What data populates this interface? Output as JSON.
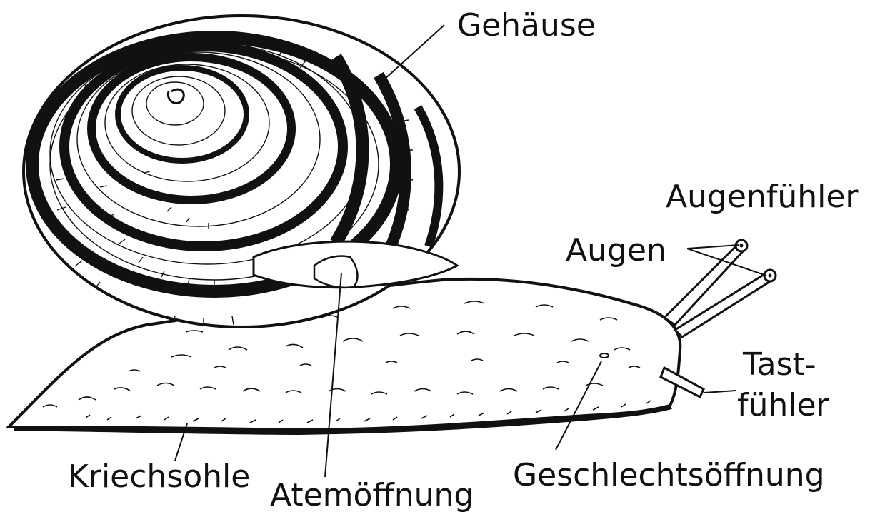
{
  "colors": {
    "ink": "#111111",
    "paper": "#ffffff"
  },
  "labels": {
    "gehaeuse": "Gehäuse",
    "augenfuehler": "Augenfühler",
    "augen": "Augen",
    "tast": "Tast-",
    "fuehler": "fühler",
    "kriechsohle": "Kriechsohle",
    "atemoeffnung": "Atemöffnung",
    "geschlechtsoeffnung": "Geschlechtsöffnung"
  }
}
